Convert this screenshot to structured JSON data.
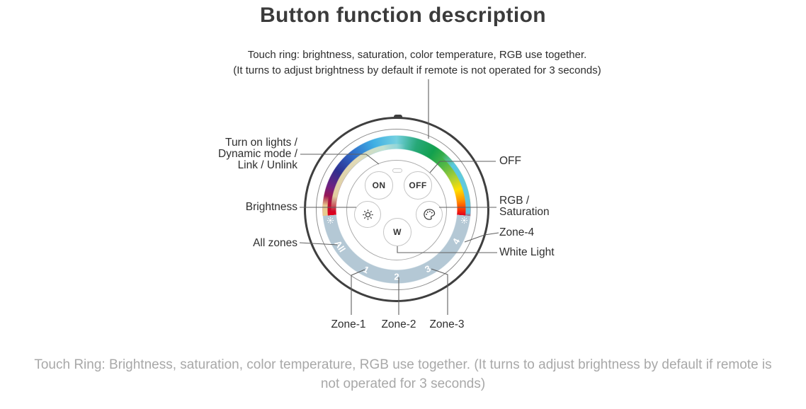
{
  "title": "Button function description",
  "subtitle": {
    "line1": "Touch ring: brightness, saturation, color temperature, RGB use together.",
    "line2": "(It turns to adjust brightness by default if remote is not operated for 3 seconds)"
  },
  "remote": {
    "buttons": {
      "on": "ON",
      "off": "OFF",
      "white": "W",
      "brightness_icon": "sun-icon",
      "color_icon": "palette-icon"
    },
    "ring_zones": [
      {
        "label": "All"
      },
      {
        "label": "1"
      },
      {
        "label": "2"
      },
      {
        "label": "3"
      },
      {
        "label": "4"
      }
    ],
    "ring_end_icons": {
      "left": "sun-icon",
      "right": "sun-icon"
    }
  },
  "callouts": {
    "turn_on": [
      "Turn on lights /",
      "Dynamic mode /",
      "Link / Unlink"
    ],
    "brightness": "Brightness",
    "all_zones": "All zones",
    "off": "OFF",
    "rgb": [
      "RGB /",
      "Saturation"
    ],
    "zone4": "Zone-4",
    "white_light": "White Light",
    "zone1": "Zone-1",
    "zone2": "Zone-2",
    "zone3": "Zone-3"
  },
  "caption": {
    "line1": "Touch Ring: Brightness, saturation, color temperature, RGB use together. (It turns to adjust brightness by default if remote is",
    "line2": "not operated for 3 seconds)"
  },
  "colors": {
    "outline": "#3f3f3f",
    "zone_arc": "#b4c8d5",
    "callout_line": "#5f5f5f",
    "label_text": "#2e2e2e",
    "caption_text": "#a8a8a8",
    "rainbow": [
      "#e2001a",
      "#6f2181",
      "#2e2f8f",
      "#2f6ac8",
      "#3fafe4",
      "#74d0e0",
      "#27a878",
      "#12a04e",
      "#52b846",
      "#abcf35",
      "#ffdf00",
      "#ff9300",
      "#ff4000",
      "#e2001a"
    ]
  }
}
